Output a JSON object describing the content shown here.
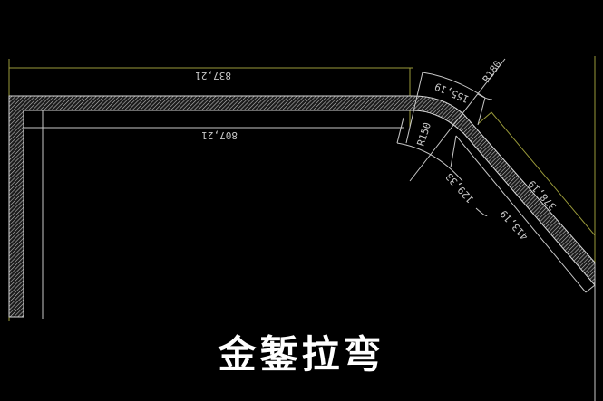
{
  "title": "金錾拉弯",
  "dimensions": {
    "outer_straight": "837,21",
    "inner_straight": "807,21",
    "outer_arc": "155,19",
    "outer_radius": "R180",
    "inner_radius": "R150",
    "inner_arc": "129,33",
    "inner_diagonal": "413,19",
    "outer_diagonal": "378,19"
  },
  "colors": {
    "background": "#000000",
    "dimension_line": "#9a9a3a",
    "outline": "#d0d0d0"
  }
}
